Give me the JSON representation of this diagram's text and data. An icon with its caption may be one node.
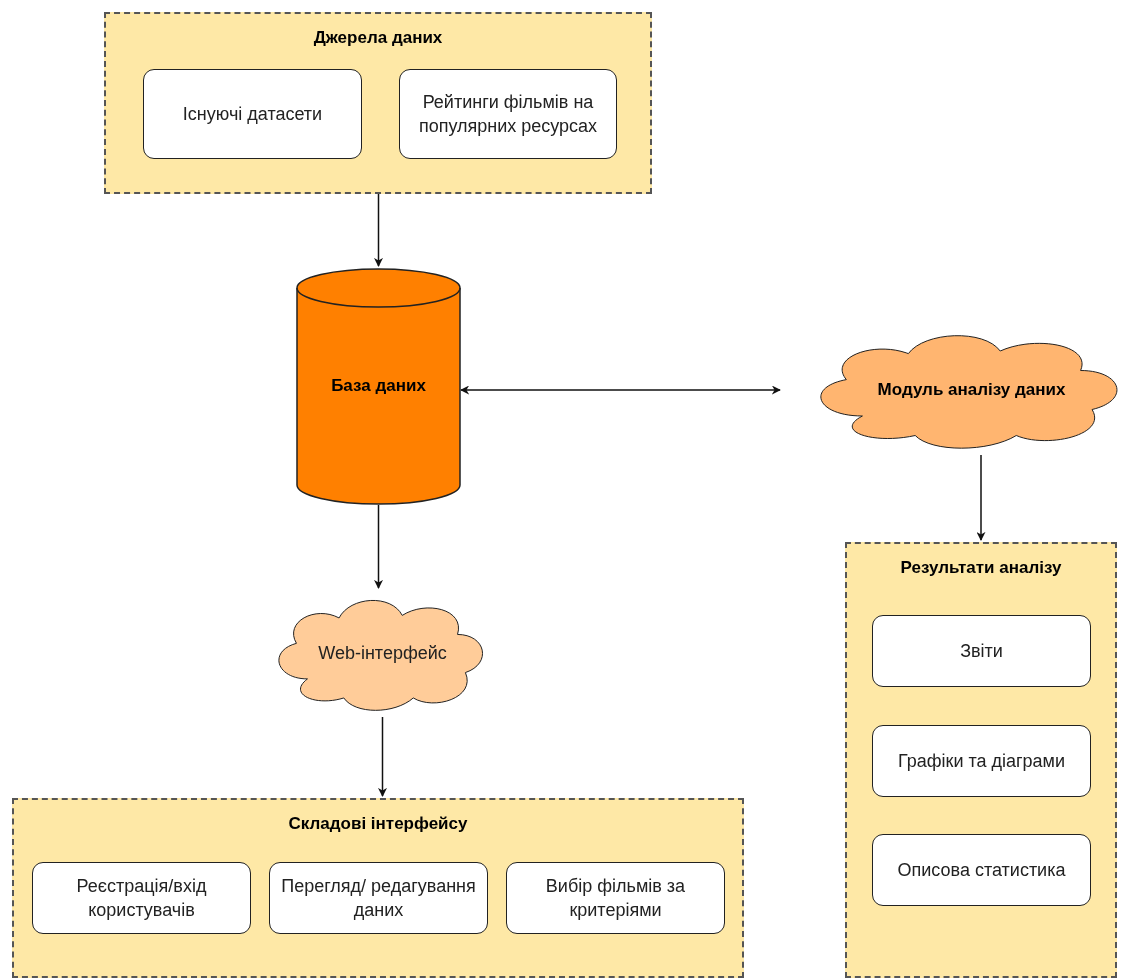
{
  "diagram": {
    "nodes": [
      {
        "text": [
          "Джерела даних"
        ]
      },
      {
        "text": [
          "Існуючі датасети"
        ],
        "in": 0
      },
      {
        "text": [
          "Рейтинги фільмів на популярних ресурсах"
        ],
        "in": 0
      },
      {
        "text": [
          "База даних"
        ]
      },
      {
        "text": [
          "Модуль аналізу даних"
        ]
      },
      {
        "text": [
          "Web-інтерфейс"
        ]
      },
      {
        "text": [
          "Складові інтерфейсу"
        ]
      },
      {
        "text": [
          "Реєстрація/вхід користувачів"
        ],
        "in": 6
      },
      {
        "text": [
          "Перегляд/ редагування даних"
        ],
        "in": 6
      },
      {
        "text": [
          "Вибір фільмів за критеріями"
        ],
        "in": 6
      },
      {
        "text": [
          "Результати аналізу"
        ]
      },
      {
        "text": [
          "Звіти"
        ],
        "in": 10
      },
      {
        "text": [
          "Графіки та діаграми"
        ],
        "in": 10
      },
      {
        "text": [
          "Описова статистика"
        ],
        "in": 10
      }
    ],
    "edges": [
      {
        "from": 0,
        "to": 3,
        "arrow": "to"
      },
      {
        "from": 3,
        "to": 4,
        "arrow": "both"
      },
      {
        "from": 3,
        "to": 5,
        "arrow": "to"
      },
      {
        "from": 5,
        "to": 6,
        "arrow": "to"
      },
      {
        "from": 4,
        "to": 10,
        "arrow": "to"
      }
    ]
  }
}
